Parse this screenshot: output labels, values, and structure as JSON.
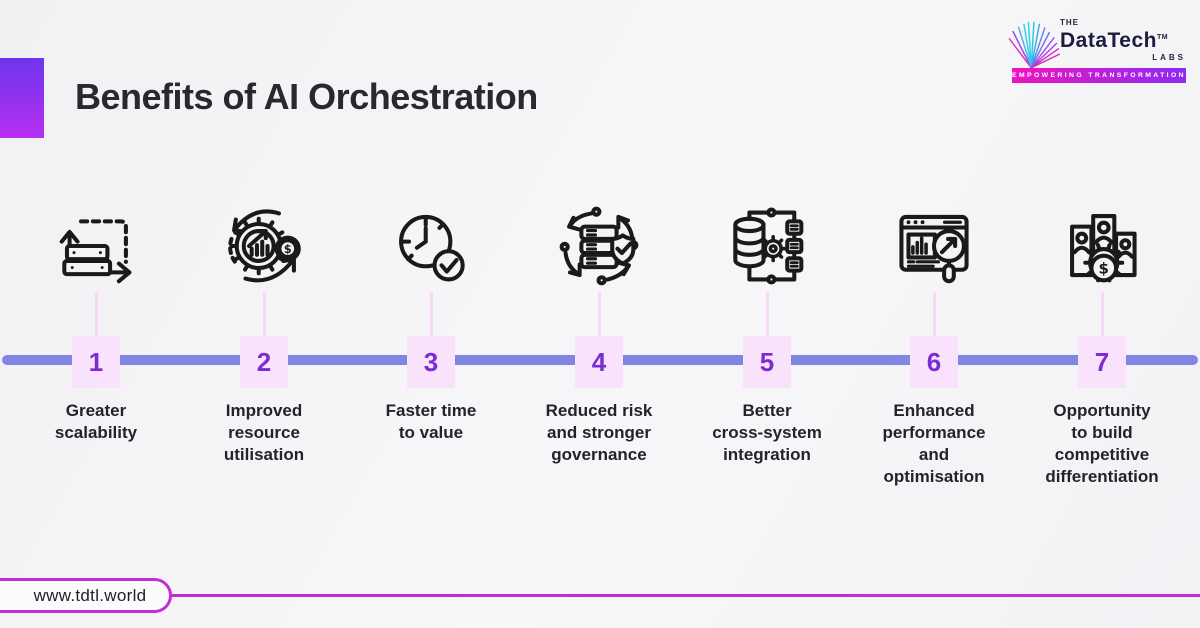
{
  "header": {
    "title": "Benefits of AI Orchestration",
    "accent_gradient_top": "#6d35ee",
    "accent_gradient_bottom": "#b72ff0"
  },
  "logo": {
    "the": "THE",
    "name": "DataTech",
    "tm": "TM",
    "labs": "LABS",
    "tagline": "EMPOWERING TRANSFORMATION",
    "wing_icon": "butterfly-wings-icon"
  },
  "timeline": {
    "line_color": "#8286e3",
    "badge_bg": "#f9e2fb",
    "number_color": "#7c2bd6",
    "connector_color": "#f5d9f6",
    "items": [
      {
        "number": "1",
        "label": "Greater\nscalability",
        "icon": "server-scalability-icon"
      },
      {
        "number": "2",
        "label": "Improved\nresource\nutilisation",
        "icon": "gear-chart-dollar-icon"
      },
      {
        "number": "3",
        "label": "Faster time\nto value",
        "icon": "clock-check-icon"
      },
      {
        "number": "4",
        "label": "Reduced risk\nand stronger\ngovernance",
        "icon": "server-shield-check-icon"
      },
      {
        "number": "5",
        "label": "Better\ncross-system\nintegration",
        "icon": "database-gear-network-icon"
      },
      {
        "number": "6",
        "label": "Enhanced\nperformance\nand\noptimisation",
        "icon": "dashboard-magnifier-icon"
      },
      {
        "number": "7",
        "label": "Opportunity\nto build\ncompetitive\ndifferentiation",
        "icon": "people-gear-dollar-icon"
      }
    ]
  },
  "footer": {
    "url": "www.tdtl.world",
    "accent_color": "#c12fd3"
  }
}
